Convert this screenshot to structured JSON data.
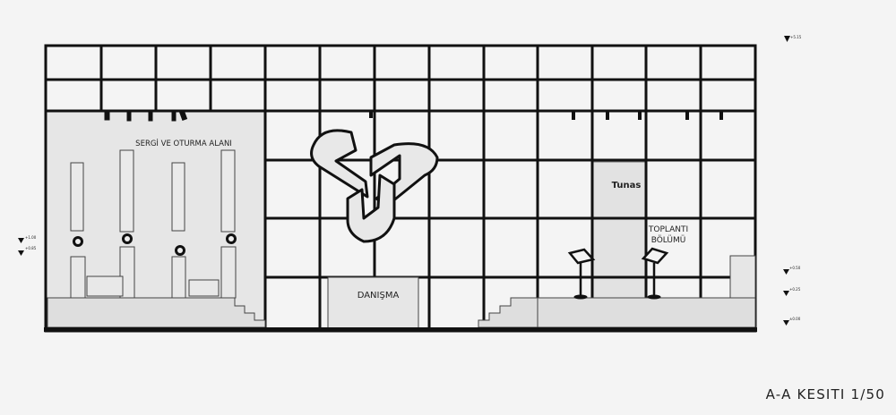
{
  "drawing": {
    "caption": "A-A KESITI 1/50",
    "labels": {
      "exhibition_area": "SERGİ VE OTURMA ALANI",
      "info_desk": "DANIŞMA",
      "brand": "Tunas",
      "meeting_line1": "TOPLANTI",
      "meeting_line2": "BÖLÜMÜ"
    },
    "level_markers": [
      "+5.15",
      "+1.00",
      "+0.85",
      "+0.50",
      "+0.25",
      "±0.00"
    ],
    "colors": {
      "line": "#111111",
      "panel": "#e2e2e2",
      "background": "#f4f4f4"
    }
  }
}
